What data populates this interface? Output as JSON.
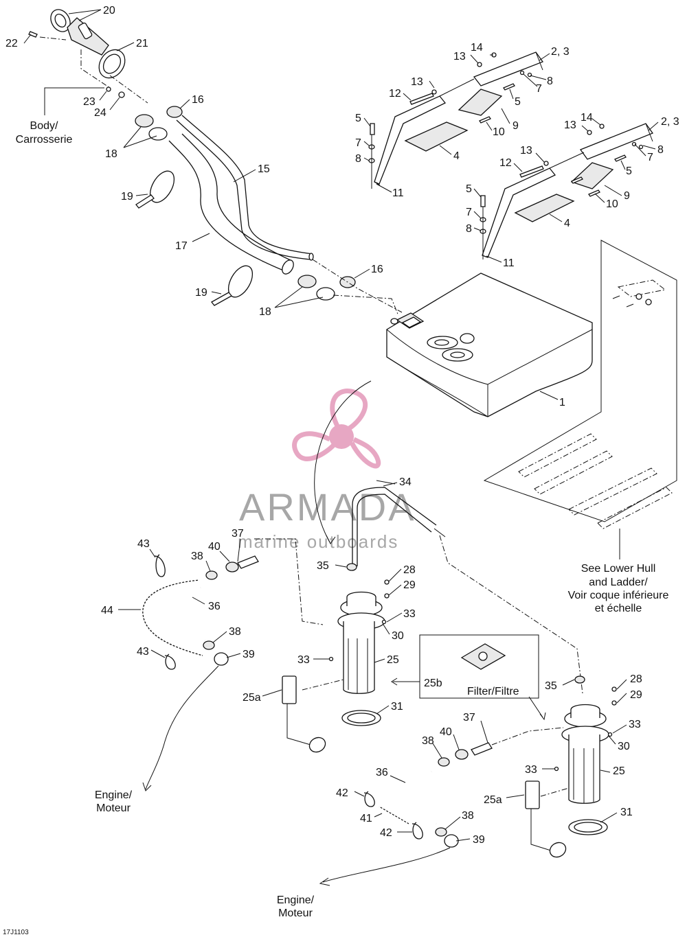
{
  "diagram": {
    "code": "17J1103",
    "watermark": {
      "brand": "ARMADA",
      "tagline": "marine outboards",
      "color": "#e7a7c3"
    },
    "captions": {
      "body": [
        "Body/",
        "Carrosserie"
      ],
      "lower_hull": [
        "See Lower Hull",
        "and Ladder/",
        "Voir coque inférieure",
        "et échelle"
      ],
      "filter": "Filter/Filtre",
      "engine_left": [
        "Engine/",
        "Moteur"
      ],
      "engine_right": [
        "Engine/",
        "Moteur"
      ]
    },
    "callouts": [
      {
        "id": "c20",
        "text": "20"
      },
      {
        "id": "c21",
        "text": "21"
      },
      {
        "id": "c22",
        "text": "22"
      },
      {
        "id": "c23",
        "text": "23"
      },
      {
        "id": "c24",
        "text": "24"
      },
      {
        "id": "c16a",
        "text": "16"
      },
      {
        "id": "c18a",
        "text": "18"
      },
      {
        "id": "c15",
        "text": "15"
      },
      {
        "id": "c19a",
        "text": "19"
      },
      {
        "id": "c17",
        "text": "17"
      },
      {
        "id": "c19b",
        "text": "19"
      },
      {
        "id": "c18b",
        "text": "18"
      },
      {
        "id": "c16b",
        "text": "16"
      },
      {
        "id": "c1",
        "text": "1"
      },
      {
        "id": "c14a",
        "text": "14"
      },
      {
        "id": "c13a",
        "text": "13"
      },
      {
        "id": "c23a",
        "text": "2, 3"
      },
      {
        "id": "c8a",
        "text": "8"
      },
      {
        "id": "c7a",
        "text": "7"
      },
      {
        "id": "c13b",
        "text": "13"
      },
      {
        "id": "c12a",
        "text": "12"
      },
      {
        "id": "c5a",
        "text": "5"
      },
      {
        "id": "c10a",
        "text": "10"
      },
      {
        "id": "c9a",
        "text": "9"
      },
      {
        "id": "c5b",
        "text": "5"
      },
      {
        "id": "c7b",
        "text": "7"
      },
      {
        "id": "c8b",
        "text": "8"
      },
      {
        "id": "c4a",
        "text": "4"
      },
      {
        "id": "c11a",
        "text": "11"
      },
      {
        "id": "c14b",
        "text": "14"
      },
      {
        "id": "c13c",
        "text": "13"
      },
      {
        "id": "c23b",
        "text": "2, 3"
      },
      {
        "id": "c8c",
        "text": "8"
      },
      {
        "id": "c7c",
        "text": "7"
      },
      {
        "id": "c13d",
        "text": "13"
      },
      {
        "id": "c12b",
        "text": "12"
      },
      {
        "id": "c5c",
        "text": "5"
      },
      {
        "id": "c9b",
        "text": "9"
      },
      {
        "id": "c10b",
        "text": "10"
      },
      {
        "id": "c5d",
        "text": "5"
      },
      {
        "id": "c7d",
        "text": "7"
      },
      {
        "id": "c8d",
        "text": "8"
      },
      {
        "id": "c4b",
        "text": "4"
      },
      {
        "id": "c11b",
        "text": "11"
      },
      {
        "id": "c34",
        "text": "34"
      },
      {
        "id": "c43a",
        "text": "43"
      },
      {
        "id": "c37a",
        "text": "37"
      },
      {
        "id": "c38a",
        "text": "38"
      },
      {
        "id": "c40a",
        "text": "40"
      },
      {
        "id": "c35a",
        "text": "35"
      },
      {
        "id": "c28a",
        "text": "28"
      },
      {
        "id": "c29a",
        "text": "29"
      },
      {
        "id": "c44",
        "text": "44"
      },
      {
        "id": "c36a",
        "text": "36"
      },
      {
        "id": "c33a",
        "text": "33"
      },
      {
        "id": "c30a",
        "text": "30"
      },
      {
        "id": "c38b",
        "text": "38"
      },
      {
        "id": "c39a",
        "text": "39"
      },
      {
        "id": "c43b",
        "text": "43"
      },
      {
        "id": "c33b",
        "text": "33"
      },
      {
        "id": "c25a",
        "text": "25"
      },
      {
        "id": "c25aa",
        "text": "25a"
      },
      {
        "id": "c25b",
        "text": "25b"
      },
      {
        "id": "c31a",
        "text": "31"
      },
      {
        "id": "c35b",
        "text": "35"
      },
      {
        "id": "c28b",
        "text": "28"
      },
      {
        "id": "c29b",
        "text": "29"
      },
      {
        "id": "c37b",
        "text": "37"
      },
      {
        "id": "c40b",
        "text": "40"
      },
      {
        "id": "c38c",
        "text": "38"
      },
      {
        "id": "c33c",
        "text": "33"
      },
      {
        "id": "c30b",
        "text": "30"
      },
      {
        "id": "c33d",
        "text": "33"
      },
      {
        "id": "c25c",
        "text": "25"
      },
      {
        "id": "c36b",
        "text": "36"
      },
      {
        "id": "c25ab",
        "text": "25a"
      },
      {
        "id": "c42a",
        "text": "42"
      },
      {
        "id": "c41",
        "text": "41"
      },
      {
        "id": "c38d",
        "text": "38"
      },
      {
        "id": "c31b",
        "text": "31"
      },
      {
        "id": "c42b",
        "text": "42"
      },
      {
        "id": "c39b",
        "text": "39"
      }
    ]
  }
}
